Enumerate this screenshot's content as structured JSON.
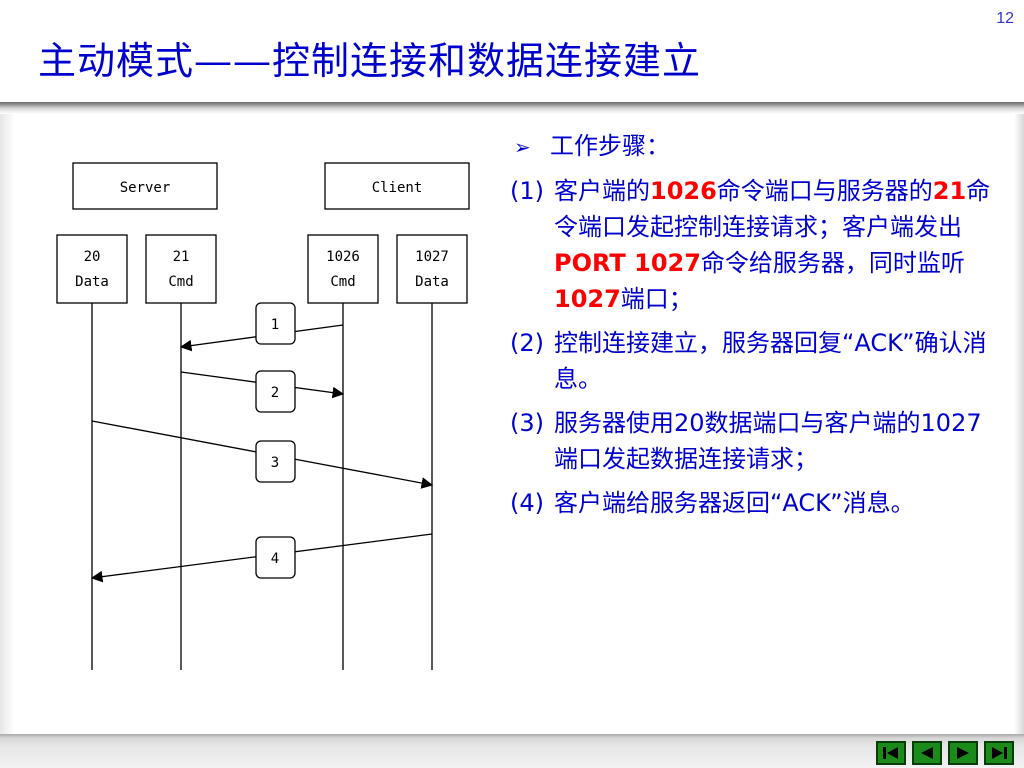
{
  "page_number": "12",
  "title": "主动模式——控制连接和数据连接建立",
  "diagram": {
    "server_label": "Server",
    "client_label": "Client",
    "ports": [
      {
        "num": "20",
        "kind": "Data"
      },
      {
        "num": "21",
        "kind": "Cmd"
      },
      {
        "num": "1026",
        "kind": "Cmd"
      },
      {
        "num": "1027",
        "kind": "Data"
      }
    ],
    "steps": [
      "1",
      "2",
      "3",
      "4"
    ]
  },
  "steps_heading": "工作步骤：",
  "bullet_glyph": "➢",
  "steps": [
    {
      "num": "(1)",
      "segments": [
        {
          "text": "客户端的",
          "hl": false
        },
        {
          "text": "1026",
          "hl": true
        },
        {
          "text": "命令端口与服务器的",
          "hl": false
        },
        {
          "text": "21",
          "hl": true
        },
        {
          "text": "命令端口发起控制连接请求；客户端发出",
          "hl": false
        },
        {
          "text": "PORT 1027",
          "hl": true
        },
        {
          "text": "命令给服务器，同时监听",
          "hl": false
        },
        {
          "text": "1027",
          "hl": true
        },
        {
          "text": "端口；",
          "hl": false
        }
      ]
    },
    {
      "num": "(2)",
      "segments": [
        {
          "text": "控制连接建立，服务器回复“ACK”确认消息。",
          "hl": false
        }
      ]
    },
    {
      "num": "(3)",
      "segments": [
        {
          "text": "服务器使用20数据端口与客户端的1027端口发起数据连接请求；",
          "hl": false
        }
      ]
    },
    {
      "num": "(4)",
      "segments": [
        {
          "text": "客户端给服务器返回“ACK”消息。",
          "hl": false
        }
      ]
    }
  ],
  "nav": {
    "first": "first-slide-icon",
    "prev": "previous-slide-icon",
    "next": "next-slide-icon",
    "last": "last-slide-icon"
  },
  "colors": {
    "title": "#0000cc",
    "text": "#0000cc",
    "highlight": "#ff0000",
    "nav_button": "#1a8a1a"
  }
}
